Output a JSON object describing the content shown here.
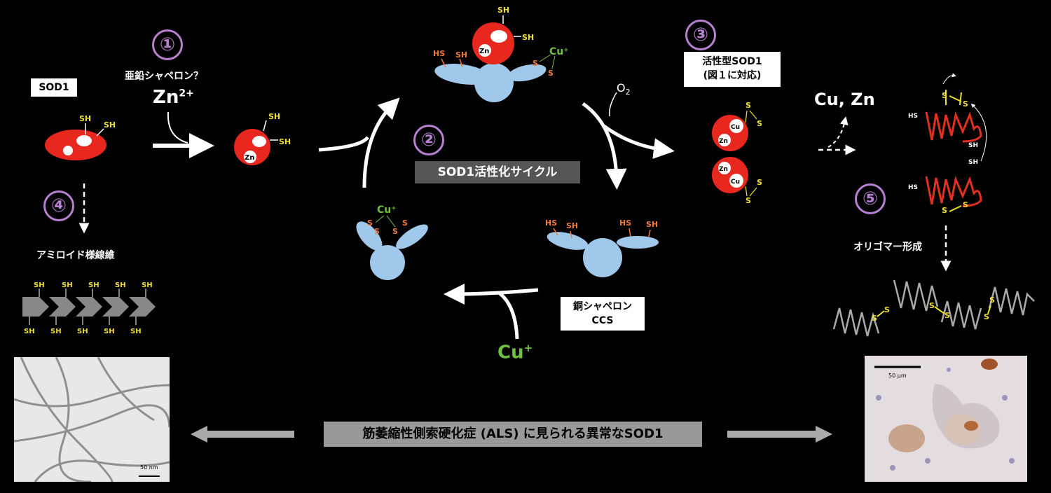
{
  "labels": {
    "sod1_box": "SOD1",
    "zinc_chaperone": "亜鉛シャペロン？",
    "zn_ion": "Zn",
    "zn_charge": "2+",
    "cycle_title": "SOD1活性化サイクル",
    "active_line1": "活性型SOD1",
    "active_line2": "(図１に対応)",
    "o2": "O",
    "o2_sub": "2",
    "cu_zn": "Cu, Zn",
    "copper_chaperone_line1": "銅シャペロン",
    "copper_chaperone_line2": "CCS",
    "cu_plus": "Cu",
    "cu_plus_sup": "+",
    "amyloid": "アミロイド様線維",
    "oligomer": "オリゴマー形成",
    "als_banner": "筋萎縮性側索硬化症 (ALS) に見られる異常なSOD1",
    "scale_50nm": "50 nm",
    "scale_50um": "50 μm"
  },
  "numbers": [
    "①",
    "②",
    "③",
    "④",
    "⑤"
  ],
  "chem": {
    "sh": "SH",
    "hs": "HS",
    "s": "S",
    "zn": "Zn",
    "cu": "Cu",
    "cu_plus": "Cu⁺"
  },
  "colors": {
    "sod1_red": "#e8281e",
    "ccs_blue": "#9fc8ea",
    "sh_yellow": "#f0e030",
    "sh_orange": "#f07a3a",
    "cu_green": "#70c040",
    "number_purple": "#b880d0"
  }
}
